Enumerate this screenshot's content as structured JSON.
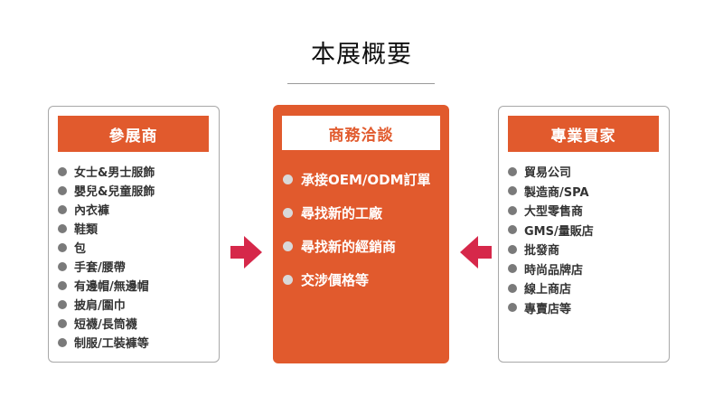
{
  "title": "本展概要",
  "exhibitors": {
    "header": "參展商",
    "items": [
      "女士&男士服飾",
      "嬰兒&兒童服飾",
      "內衣褲",
      "鞋類",
      "包",
      "手套/腰帶",
      "有邊帽/無邊帽",
      "披肩/圍巾",
      "短襪/長筒襪",
      "制服/工裝褲等"
    ]
  },
  "business": {
    "header": "商務洽談",
    "items": [
      "承接OEM/ODM訂單",
      "尋找新的工廠",
      "尋找新的經銷商",
      "交涉價格等"
    ]
  },
  "buyers": {
    "header": "專業買家",
    "items": [
      "貿易公司",
      "製造商/SPA",
      "大型零售商",
      "GMS/量販店",
      "批發商",
      "時尚品牌店",
      "線上商店",
      "專賣店等"
    ]
  },
  "colors": {
    "accent": "#e15a2d",
    "arrow": "#d6284a",
    "bullet": "#7a7a7a",
    "border": "#a8a8a8"
  },
  "icons": {
    "arrow_left": "arrow-right-icon",
    "arrow_right": "arrow-left-icon"
  }
}
